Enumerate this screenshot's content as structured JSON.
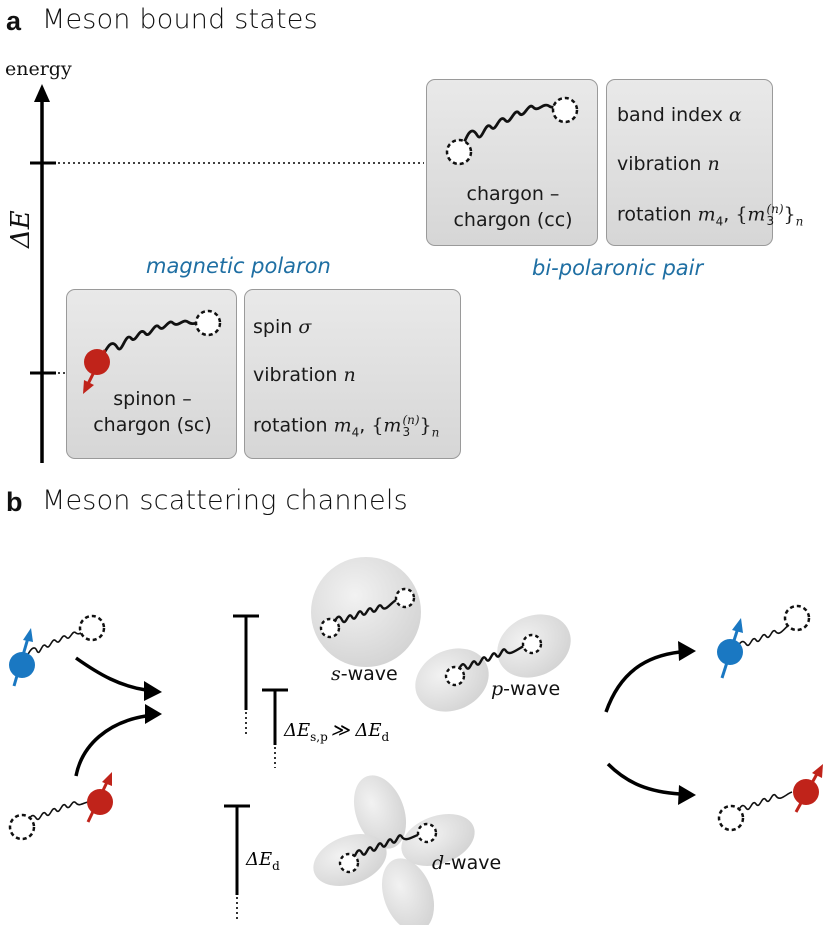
{
  "panel_a": {
    "letter": "a",
    "title": "Meson bound states",
    "axis_label": "energy",
    "delta_e": "ΔE",
    "magnetic_polaron": "magnetic polaron",
    "bipolaronic_pair": "bi-polaronic pair",
    "cc_box": {
      "line1": "chargon –",
      "line2": "chargon (cc)"
    },
    "cc_props": {
      "band_prefix": "band index",
      "band_symbol": "α",
      "vibration_prefix": "vibration",
      "vibration_symbol": "n",
      "rotation_prefix": "rotation"
    },
    "sc_box": {
      "line1": "spinon –",
      "line2": "chargon (sc)"
    },
    "sc_props": {
      "spin_prefix": "spin",
      "spin_symbol": "σ",
      "vibration_prefix": "vibration",
      "vibration_symbol": "n",
      "rotation_prefix": "rotation"
    },
    "rotation_math": {
      "m": "m",
      "sub4": "4",
      "comma": ",",
      "lbrace": "{",
      "sup_n": "(n)",
      "sub3": "3",
      "rbrace": "}",
      "subn": "n"
    }
  },
  "panel_b": {
    "letter": "b",
    "title": "Meson scattering channels",
    "s_wave": {
      "symbol": "s",
      "suffix": "-wave"
    },
    "p_wave": {
      "symbol": "p",
      "suffix": "-wave"
    },
    "d_wave": {
      "symbol": "d",
      "suffix": "-wave"
    },
    "gap_sp_label": "ΔE",
    "gap_sp_sub": "s,p",
    "gap_sp_rel": "≫ ΔE",
    "gap_sp_rel_sub": "d",
    "gap_d_label": "ΔE",
    "gap_d_sub": "d"
  },
  "colors": {
    "spin_blue": "#1a78c2",
    "spin_red": "#c0231a",
    "label_blue": "#1f6fa3",
    "box_gray": "#e2e2e2",
    "wave_black": "#111111"
  }
}
